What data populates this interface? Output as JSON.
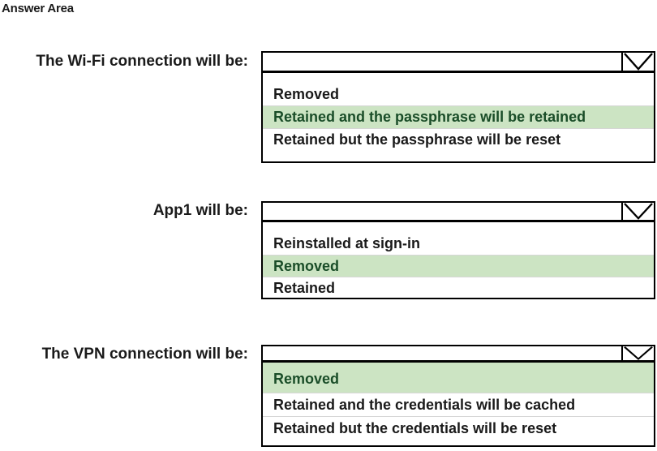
{
  "page": {
    "title": "Answer Area"
  },
  "colors": {
    "highlight_background": "#cce4c3",
    "highlight_text": "#1a4d28",
    "border": "#000000",
    "text": "#1a1a1a"
  },
  "icons": {
    "dropdown_arrow": "chevron-down-icon"
  },
  "questions": [
    {
      "label": "The Wi-Fi connection will be:",
      "selected_value": "",
      "options": [
        {
          "text": "Removed",
          "highlighted": false
        },
        {
          "text": "Retained and the passphrase will be retained",
          "highlighted": true
        },
        {
          "text": "Retained but the passphrase will be reset",
          "highlighted": false
        }
      ]
    },
    {
      "label": "App1 will be:",
      "selected_value": "",
      "options": [
        {
          "text": "Reinstalled at sign-in",
          "highlighted": false
        },
        {
          "text": "Removed",
          "highlighted": true
        },
        {
          "text": "Retained",
          "highlighted": false
        }
      ]
    },
    {
      "label": "The VPN connection will be:",
      "selected_value": "",
      "options": [
        {
          "text": "Removed",
          "highlighted": true
        },
        {
          "text": "Retained and the credentials will be cached",
          "highlighted": false
        },
        {
          "text": "Retained but the credentials will be reset",
          "highlighted": false
        }
      ]
    }
  ]
}
